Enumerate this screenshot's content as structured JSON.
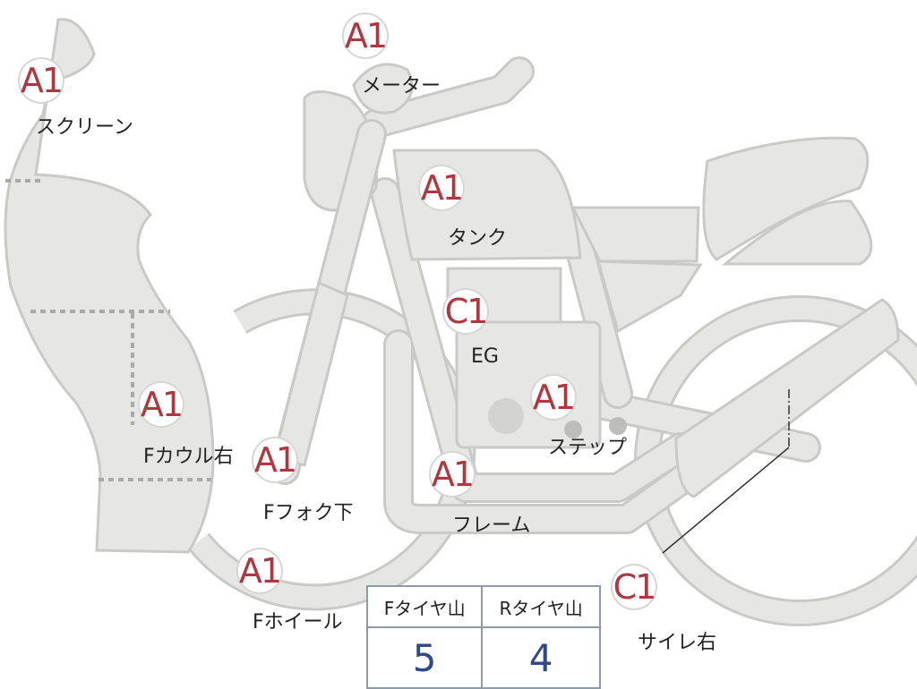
{
  "colors": {
    "grade_text": "#b0363f",
    "part_fill": "#e6e6e4",
    "value_text": "#2f4a8a"
  },
  "callouts": [
    {
      "id": "screen",
      "grade": "A1",
      "label": "スクリーン"
    },
    {
      "id": "meter",
      "grade": "A1",
      "label": "メーター"
    },
    {
      "id": "tank",
      "grade": "A1",
      "label": "タンク"
    },
    {
      "id": "engine",
      "grade": "C1",
      "label": "EG"
    },
    {
      "id": "step",
      "grade": "A1",
      "label": "ステップ"
    },
    {
      "id": "front-cowl-r",
      "grade": "A1",
      "label": "Fカウル右"
    },
    {
      "id": "front-fork-lo",
      "grade": "A1",
      "label": "Fフォク下"
    },
    {
      "id": "frame",
      "grade": "A1",
      "label": "フレーム"
    },
    {
      "id": "front-wheel",
      "grade": "A1",
      "label": "Fホイール"
    },
    {
      "id": "muffler-r",
      "grade": "C1",
      "label": "サイレ右"
    }
  ],
  "tread_table": {
    "headers": [
      "Fタイヤ山",
      "Rタイヤ山"
    ],
    "values": [
      "5",
      "4"
    ]
  }
}
